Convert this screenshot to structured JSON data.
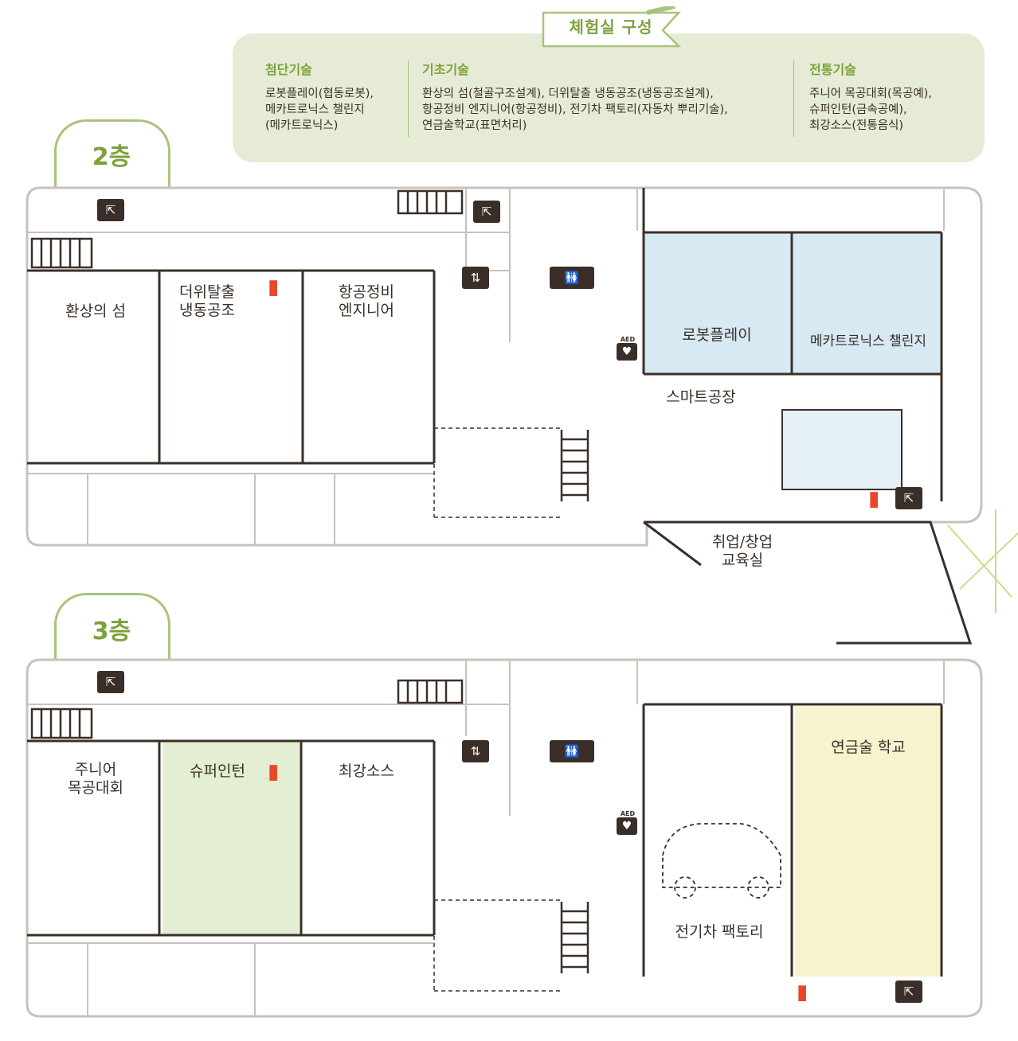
{
  "legend": {
    "title": "체험실 구성",
    "columns": [
      {
        "title": "첨단기술",
        "description": "로봇플레이(협동로봇),\n메카트로닉스 챌린지\n(메카트로닉스)"
      },
      {
        "title": "기초기술",
        "description": "환상의 섬(철골구조설계), 더위탈출 냉동공조(냉동공조설계),\n항공정비 엔지니어(항공정비), 전기차 팩토리(자동차 뿌리기술),\n연금술학교(표면처리)"
      },
      {
        "title": "전통기술",
        "description": "주니어 목공대회(목공예),\n슈퍼인턴(금속공예),\n최강소스(전통음식)"
      }
    ]
  },
  "floors": [
    {
      "label": "2층",
      "rooms": [
        {
          "label": "환상의 섬"
        },
        {
          "label": "더위탈출\n냉동공조"
        },
        {
          "label": "항공정비\n엔지니어"
        },
        {
          "label": "로봇플레이"
        },
        {
          "label": "메카트로닉스 챌린지"
        },
        {
          "label": "스마트공장"
        },
        {
          "label": "취업/창업\n교육실"
        }
      ]
    },
    {
      "label": "3층",
      "rooms": [
        {
          "label": "주니어\n목공대회"
        },
        {
          "label": "슈퍼인턴"
        },
        {
          "label": "최강소스"
        },
        {
          "label": "전기차 팩토리"
        },
        {
          "label": "연금술 학교"
        }
      ]
    }
  ],
  "icons": {
    "aed": "AED",
    "emergency_exit": "emergency-exit-icon",
    "elevator": "elevator-icon",
    "restroom": "restroom-icon",
    "fire_extinguisher": "fire-extinguisher-icon"
  },
  "colors": {
    "accent_green": "#7ca23c",
    "legend_bg": "#e6ebd5",
    "wall": "#3a2f28",
    "robot_room": "#d7e9f3",
    "super_intern_room": "#e3eed3",
    "alchemy_room": "#f6f3cf",
    "fire_red": "#e8472b"
  }
}
